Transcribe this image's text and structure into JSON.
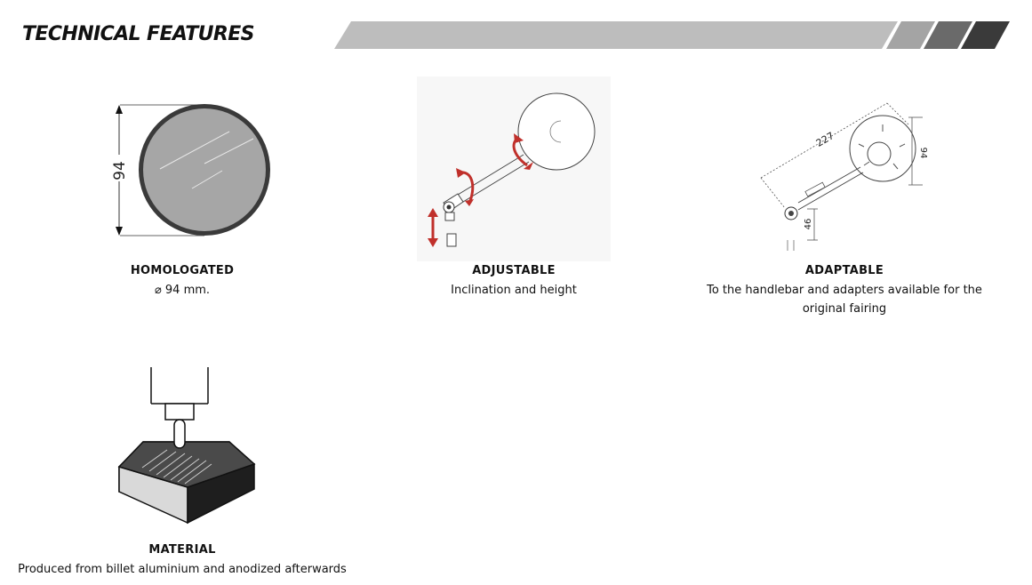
{
  "header": {
    "title": "TECHNICAL FEATURES"
  },
  "features": [
    {
      "label": "HOMOLOGATED",
      "description": "⌀ 94 mm.",
      "dimension": "94",
      "icon": "round-mirror-icon"
    },
    {
      "label": "ADJUSTABLE",
      "description": "Inclination and height",
      "icon": "adjustable-mirror-icon"
    },
    {
      "label": "ADAPTABLE",
      "description": "To the handlebar and adapters available for the original fairing",
      "dims": [
        "227",
        "94",
        "46"
      ],
      "icon": "mirror-dimensions-icon"
    },
    {
      "label": "MATERIAL",
      "description": "Produced from billet aluminium and anodized afterwards",
      "icon": "cnc-milling-icon"
    }
  ],
  "colors": {
    "accent": "#c0302b",
    "banner_light": "#bdbdbd",
    "banner_mid": "#a8a8a8",
    "banner_dark": "#6e6e6e",
    "banner_darkest": "#3c3c3c"
  }
}
